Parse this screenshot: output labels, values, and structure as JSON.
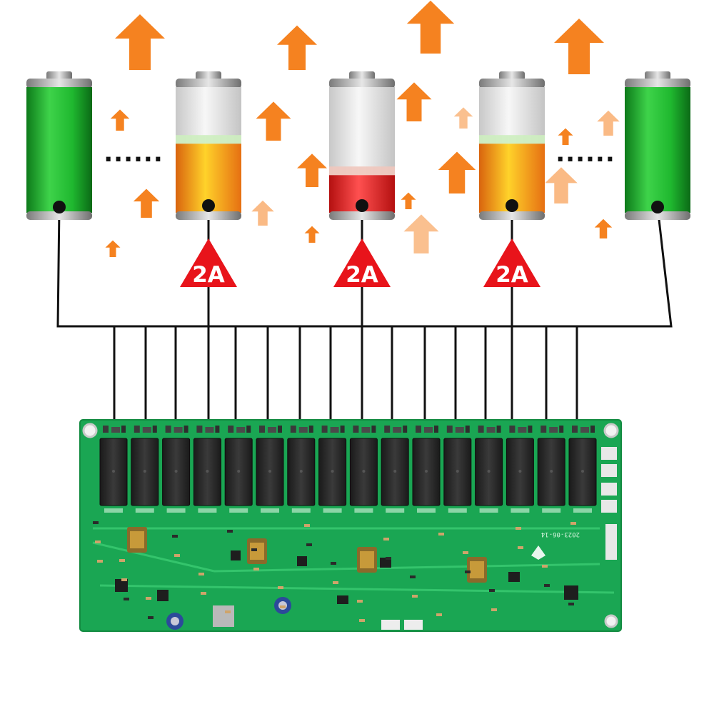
{
  "diagram": {
    "batteries": [
      {
        "id": "b1",
        "charge": 1.0,
        "state": "full",
        "color": "#1fb82f"
      },
      {
        "id": "b2",
        "charge": 0.55,
        "state": "medium",
        "color": "#f08a1c"
      },
      {
        "id": "b3",
        "charge": 0.3,
        "state": "low",
        "color": "#e02020"
      },
      {
        "id": "b4",
        "charge": 0.55,
        "state": "medium",
        "color": "#f08a1c"
      },
      {
        "id": "b5",
        "charge": 1.0,
        "state": "full",
        "color": "#1fb82f"
      }
    ],
    "ellipsis": [
      "......",
      "......"
    ],
    "badges": [
      {
        "label": "2A",
        "battery": "b2"
      },
      {
        "label": "2A",
        "battery": "b3"
      },
      {
        "label": "2A",
        "battery": "b4"
      }
    ],
    "board_label": "2023-06-14",
    "colors": {
      "arrow": "#f58220",
      "badge": "#e8141b",
      "wire": "#111111",
      "pcb": "#1aa653",
      "relay": "#2b2b2b"
    },
    "relay_count": 16,
    "bus_tap_count": 16
  }
}
